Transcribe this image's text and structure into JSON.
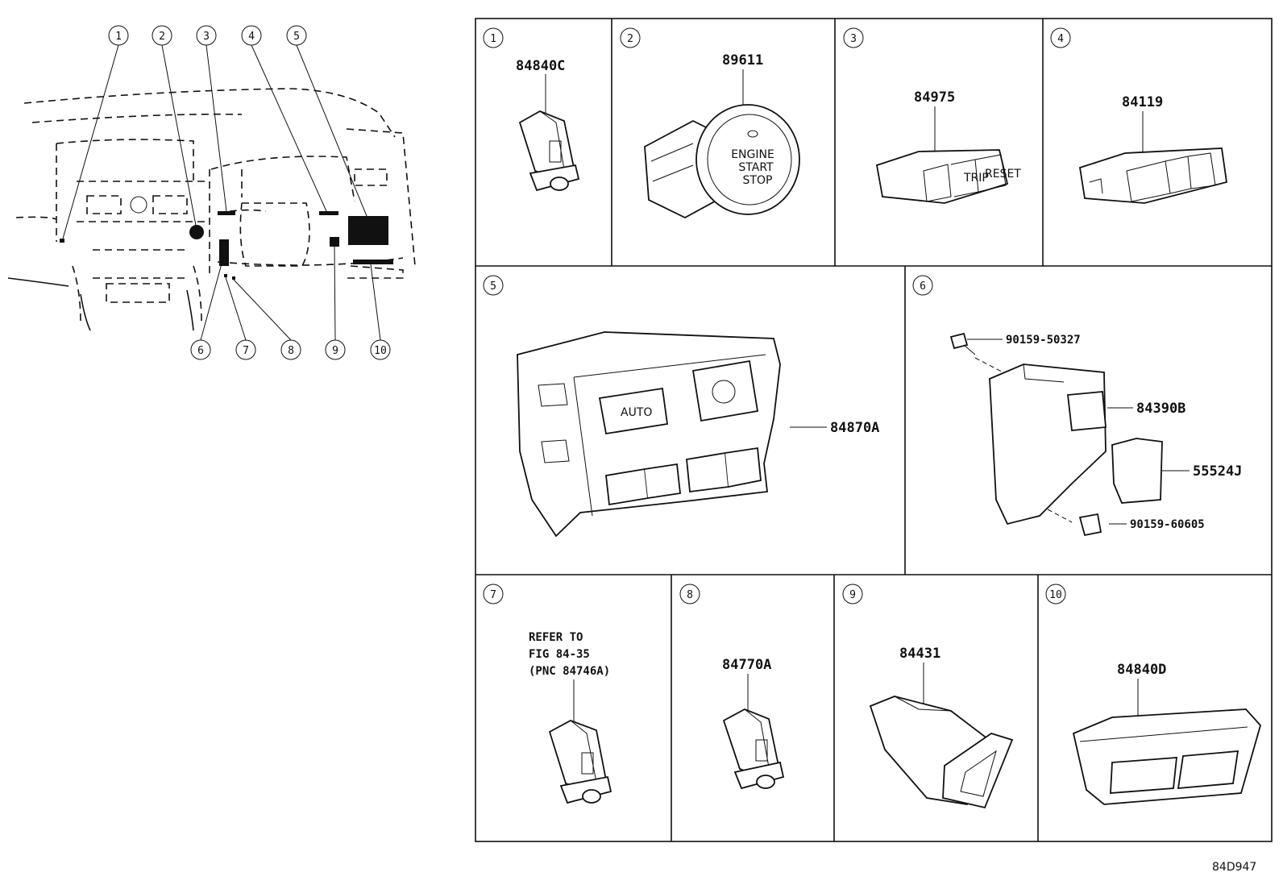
{
  "overview": {
    "callouts": [
      "1",
      "2",
      "3",
      "4",
      "5",
      "6",
      "7",
      "8",
      "9",
      "10"
    ]
  },
  "cells": [
    {
      "num": "1",
      "part": "84840C"
    },
    {
      "num": "2",
      "part": "89611",
      "button_text": [
        "ENGINE",
        "START",
        "STOP"
      ]
    },
    {
      "num": "3",
      "part": "84975",
      "button_text": [
        "TRIP",
        "RESET"
      ]
    },
    {
      "num": "4",
      "part": "84119"
    },
    {
      "num": "5",
      "part": "84870A",
      "button_text": [
        "AUTO"
      ]
    },
    {
      "num": "6",
      "parts": [
        "90159-50327",
        "84390B",
        "55524J",
        "90159-60605"
      ]
    },
    {
      "num": "7",
      "note": [
        "REFER TO",
        "FIG 84-35",
        "(PNC 84746A)"
      ]
    },
    {
      "num": "8",
      "part": "84770A"
    },
    {
      "num": "9",
      "part": "84431"
    },
    {
      "num": "10",
      "part": "84840D"
    }
  ],
  "figure_id": "84D947"
}
